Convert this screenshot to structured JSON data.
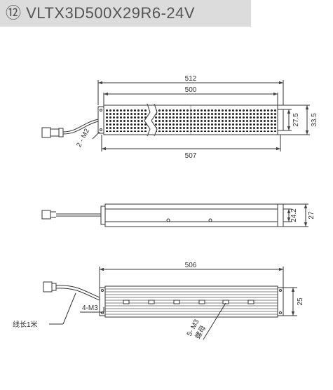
{
  "title": "⑫ VLTX3D500X29R6-24V",
  "colors": {
    "title_bg": "#dcdcdc",
    "title_text": "#555555",
    "line": "#333333",
    "dim_line": "#444444"
  },
  "top_view": {
    "dim_overall_top": "512",
    "dim_inner_top": "500",
    "dim_bottom": "507",
    "dim_right_inner": "27.5",
    "dim_right_outer": "33.5",
    "label_screw_left": "2 - M2"
  },
  "side_view": {
    "dim_right_inner": "24.2",
    "dim_right_outer": "27"
  },
  "bottom_view": {
    "dim_top": "506",
    "dim_right": "25",
    "label_cable": "线长1米",
    "label_screw_left": "4-M3",
    "label_screw_center_line1": "5- M3",
    "label_screw_center_line2": "螺母"
  }
}
